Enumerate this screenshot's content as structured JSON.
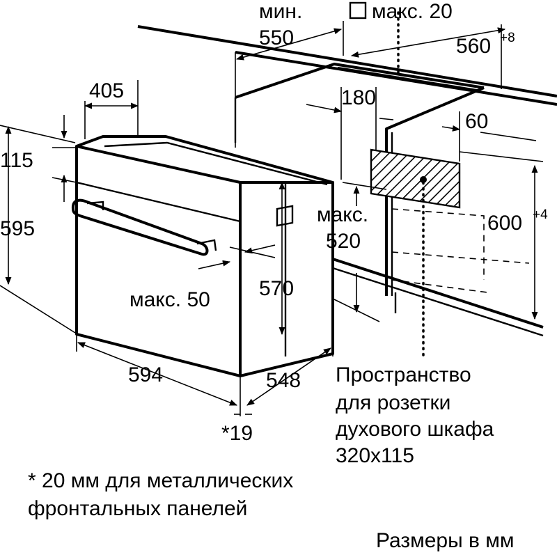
{
  "dimensions": {
    "min_label": "мин.",
    "min_value": "550",
    "max20_label": "макс. 20",
    "w560_value": "560",
    "w560_tol": "+8",
    "d405": "405",
    "d180": "180",
    "d60": "60",
    "d115": "115",
    "d595": "595",
    "max520_label": "макс.",
    "max520_value": "520",
    "h600_value": "600",
    "h600_tol": "+4",
    "max50": "макс. 50",
    "d570": "570",
    "d594": "594",
    "d548": "548",
    "d19": "*19"
  },
  "socket_note": {
    "line1": "Пространство",
    "line2": "для розетки",
    "line3": "духового шкафа",
    "line4": "320x115"
  },
  "footnote": {
    "line1": "* 20 мм для металлических",
    "line2": "фронтальных панелей"
  },
  "units_note": "Размеры в мм"
}
